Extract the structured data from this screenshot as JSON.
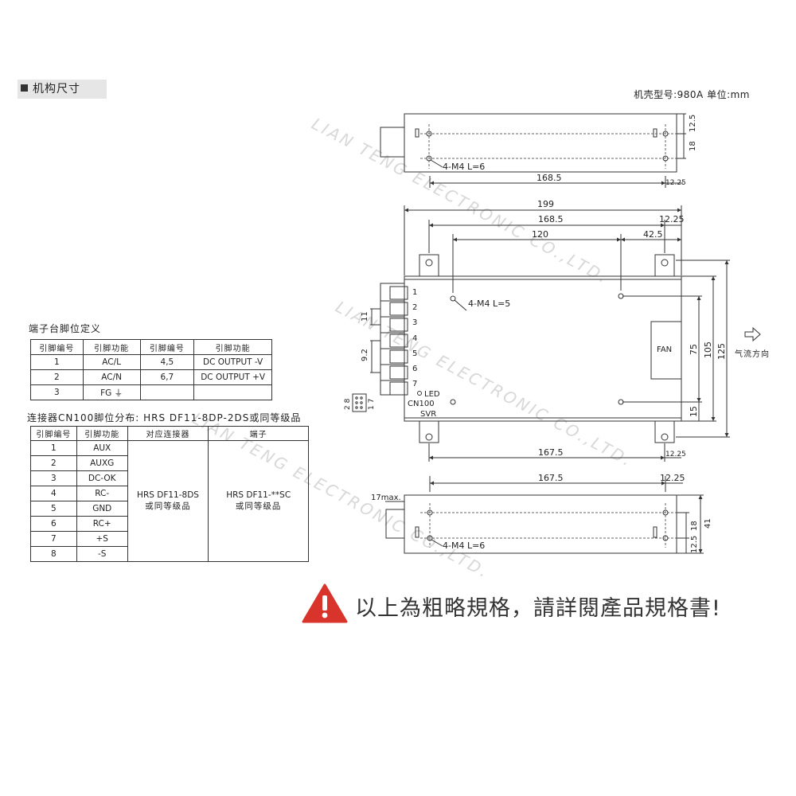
{
  "heading": "机构尺寸",
  "case_info": "机壳型号:980A   单位:mm",
  "terminal_section_title": "端子台脚位定义",
  "terminal_table": {
    "headers": [
      "引脚编号",
      "引脚功能",
      "引脚编号",
      "引脚功能"
    ],
    "rows": [
      [
        "1",
        "AC/L",
        "4,5",
        "DC OUTPUT -V"
      ],
      [
        "2",
        "AC/N",
        "6,7",
        "DC OUTPUT +V"
      ],
      [
        "3",
        "FG ⏚",
        "",
        ""
      ]
    ]
  },
  "connector_section_title": "连接器CN100脚位分布: HRS DF11-8DP-2DS或同等级品",
  "connector_table": {
    "headers": [
      "引脚编号",
      "引脚功能",
      "对应连接器",
      "端子"
    ],
    "rows": [
      [
        "1",
        "AUX"
      ],
      [
        "2",
        "AUXG"
      ],
      [
        "3",
        "DC-OK"
      ],
      [
        "4",
        "RC-"
      ],
      [
        "5",
        "GND"
      ],
      [
        "6",
        "RC+"
      ],
      [
        "7",
        "+S"
      ],
      [
        "8",
        "-S"
      ]
    ],
    "mating_connector_line1": "HRS DF11-8DS",
    "mating_connector_line2": "或同等级品",
    "terminal_line1": "HRS DF11-**SC",
    "terminal_line2": "或同等级品"
  },
  "drawing": {
    "top_view": {
      "screw_label": "4-M4 L=6",
      "dim_168_5": "168.5",
      "dim_12_25": "12.25",
      "dim_12_5": "12.5",
      "dim_18": "18"
    },
    "front_view": {
      "dim_199": "199",
      "dim_168_5": "168.5",
      "dim_12_25": "12.25",
      "dim_120": "120",
      "dim_42_5": "42.5",
      "dim_167_5": "167.5",
      "dim_12_25_b": "12.25",
      "dim_75": "75",
      "dim_105": "105",
      "dim_125": "125",
      "dim_15": "15",
      "dim_11": "11",
      "dim_9_2": "9.2",
      "screw_label": "4-M4 L=5",
      "terminals": [
        "1",
        "2",
        "3",
        "4",
        "5",
        "6",
        "7"
      ],
      "fan": "FAN",
      "led": "LED",
      "cn100": "CN100",
      "svr": "SVR",
      "connector_pins_top": "1 7",
      "connector_pins_bottom": "2 8",
      "airflow": "气流方向"
    },
    "bottom_view": {
      "dim_167_5": "167.5",
      "dim_12_25": "12.25",
      "dim_17max": "17max.",
      "screw_label": "4-M4 L=6",
      "dim_18": "18",
      "dim_41": "41",
      "dim_12_5": "12.5"
    },
    "watermark": "LIAN TENG ELECTRONIC CO.,LTD."
  },
  "warning_text": "以上為粗略規格，請詳閱產品規格書!",
  "colors": {
    "warning_red": "#d9342b",
    "line": "#333333",
    "watermark": "#d8d8d8"
  }
}
